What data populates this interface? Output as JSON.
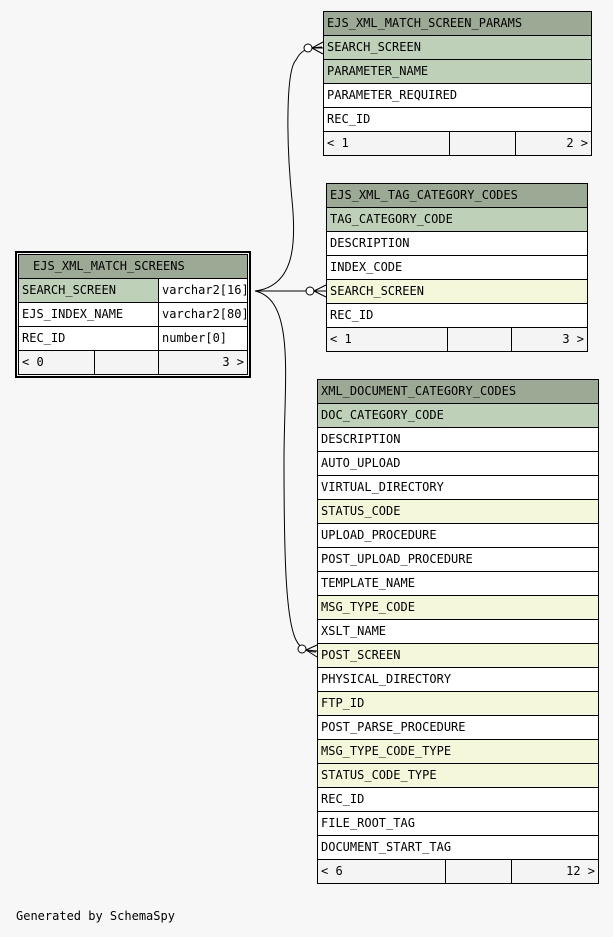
{
  "tables": {
    "match_screens": {
      "name": "EJS_XML_MATCH_SCREENS",
      "columns": [
        {
          "name": "SEARCH_SCREEN",
          "type": "varchar2[16]"
        },
        {
          "name": "EJS_INDEX_NAME",
          "type": "varchar2[80]"
        },
        {
          "name": "REC_ID",
          "type": "number[0]"
        }
      ],
      "footer": {
        "left": "< 0",
        "right": "3 >"
      }
    },
    "match_screen_params": {
      "name": "EJS_XML_MATCH_SCREEN_PARAMS",
      "columns": [
        "SEARCH_SCREEN",
        "PARAMETER_NAME",
        "PARAMETER_REQUIRED",
        "REC_ID"
      ],
      "footer": {
        "left": "< 1",
        "right": "2 >"
      }
    },
    "tag_category_codes": {
      "name": "EJS_XML_TAG_CATEGORY_CODES",
      "columns": [
        "TAG_CATEGORY_CODE",
        "DESCRIPTION",
        "INDEX_CODE",
        "SEARCH_SCREEN",
        "REC_ID"
      ],
      "footer": {
        "left": "< 1",
        "right": "3 >"
      }
    },
    "document_category_codes": {
      "name": "XML_DOCUMENT_CATEGORY_CODES",
      "columns": [
        "DOC_CATEGORY_CODE",
        "DESCRIPTION",
        "AUTO_UPLOAD",
        "VIRTUAL_DIRECTORY",
        "STATUS_CODE",
        "UPLOAD_PROCEDURE",
        "POST_UPLOAD_PROCEDURE",
        "TEMPLATE_NAME",
        "MSG_TYPE_CODE",
        "XSLT_NAME",
        "POST_SCREEN",
        "PHYSICAL_DIRECTORY",
        "FTP_ID",
        "POST_PARSE_PROCEDURE",
        "MSG_TYPE_CODE_TYPE",
        "STATUS_CODE_TYPE",
        "REC_ID",
        "FILE_ROOT_TAG",
        "DOCUMENT_START_TAG"
      ],
      "footer": {
        "left": "< 6",
        "right": "12 >"
      }
    }
  },
  "footer_text": "Generated by SchemaSpy",
  "colors": {
    "header": "#9caa95",
    "primary_key": "#bed1b8",
    "foreign_key": "#f4f7da",
    "background": "#f7f7f7"
  }
}
